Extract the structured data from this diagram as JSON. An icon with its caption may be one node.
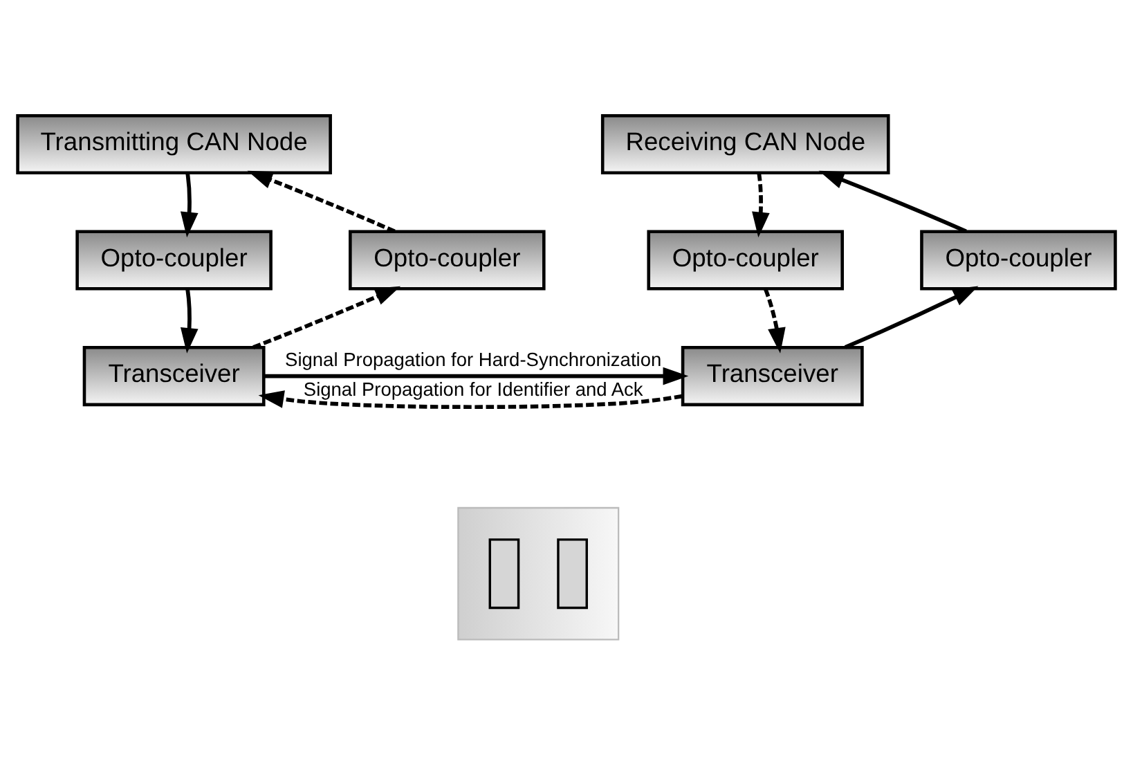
{
  "diagram": {
    "nodes": [
      {
        "text": [
          "Transmitting CAN Node"
        ]
      },
      {
        "text": [
          "Opto-coupler"
        ]
      },
      {
        "text": [
          "Opto-coupler"
        ]
      },
      {
        "text": [
          "Transceiver"
        ]
      },
      {
        "text": [
          "Receiving CAN Node"
        ]
      },
      {
        "text": [
          "Opto-coupler"
        ]
      },
      {
        "text": [
          "Opto-coupler"
        ]
      },
      {
        "text": [
          "Transceiver"
        ]
      },
      {
        "text": [],
        "shape": "box"
      },
      {
        "text": [],
        "shape": "box",
        "in": 8
      },
      {
        "text": [],
        "shape": "box",
        "in": 8
      }
    ],
    "edges": [
      {
        "from": 0,
        "to": 1,
        "arrow": "to"
      },
      {
        "from": 1,
        "to": 3,
        "arrow": "to"
      },
      {
        "from": 3,
        "to": 2,
        "arrow": "to",
        "style": "dashed"
      },
      {
        "from": 2,
        "to": 0,
        "arrow": "to",
        "style": "dashed"
      },
      {
        "from": 4,
        "to": 5,
        "arrow": "to",
        "style": "dashed"
      },
      {
        "from": 5,
        "to": 7,
        "arrow": "to",
        "style": "dashed"
      },
      {
        "from": 7,
        "to": 6,
        "arrow": "to"
      },
      {
        "from": 6,
        "to": 4,
        "arrow": "to"
      },
      {
        "from": 7,
        "to": 3,
        "arrow": "to",
        "style": "dashed",
        "label": "Signal Propagation for Identifier and Ack"
      },
      {
        "from": 3,
        "to": 7,
        "arrow": "to",
        "label": "Signal Propagation for Hard-Synchronization"
      }
    ]
  }
}
